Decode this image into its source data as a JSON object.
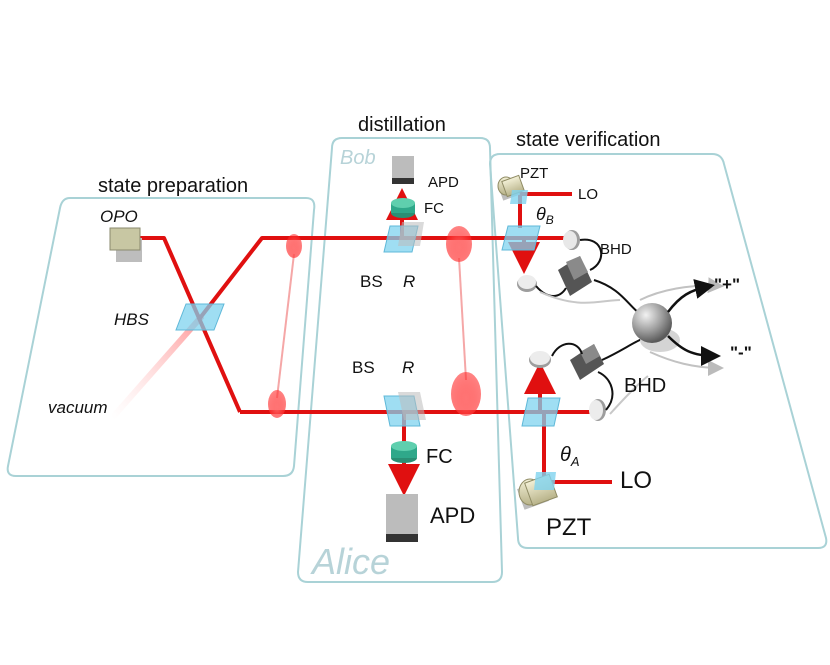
{
  "panels": {
    "state_preparation": {
      "title": "state preparation"
    },
    "distillation": {
      "title": "distillation",
      "top_party": "Bob",
      "bottom_party": "Alice"
    },
    "state_verification": {
      "title": "state verification"
    }
  },
  "components": {
    "opo": "OPO",
    "hbs": "HBS",
    "vacuum": "vacuum",
    "bob": {
      "apd": "APD",
      "fc": "FC",
      "bs": "BS",
      "r": "R"
    },
    "alice": {
      "apd": "APD",
      "fc": "FC",
      "bs": "BS",
      "r": "R"
    },
    "verification_top": {
      "pzt": "PZT",
      "lo": "LO",
      "theta": "θ",
      "theta_sub": "B",
      "bhd": "BHD"
    },
    "verification_bottom": {
      "pzt": "PZT",
      "lo": "LO",
      "theta": "θ",
      "theta_sub": "A",
      "bhd": "BHD"
    },
    "outputs": {
      "plus": "\"+\"",
      "minus": "\"-\""
    }
  },
  "colors": {
    "beam": "#e01010",
    "panel_border": "#a9d2d6",
    "splitter": "#7fd3ef",
    "fiber_coupler": "#2fa88a"
  }
}
